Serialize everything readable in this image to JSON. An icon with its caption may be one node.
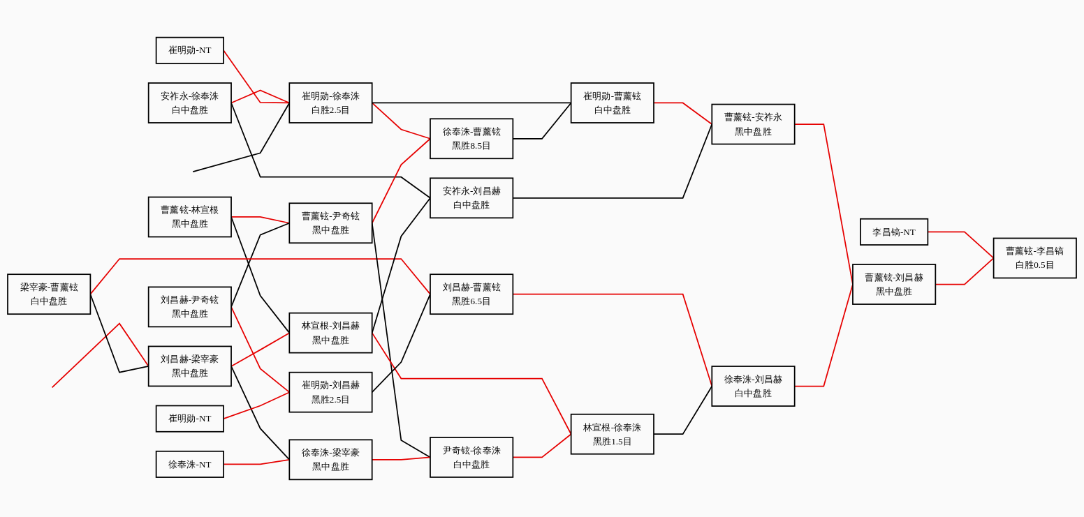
{
  "diagram": {
    "nodes": [
      {
        "text": [
          "安祚永-徐奉洙",
          "白中盘胜"
        ]
      },
      {
        "text": [
          "崔明勋-NT"
        ]
      },
      {
        "text": [
          "曹薰铉-林宣根",
          "黑中盘胜"
        ]
      },
      {
        "text": [
          "刘昌赫-尹奇铉",
          "黑中盘胜"
        ]
      },
      {
        "text": [
          "刘昌赫-梁宰豪",
          "黑中盘胜"
        ]
      },
      {
        "text": [
          "梁宰豪-曹薰铉",
          "白中盘胜"
        ]
      },
      {
        "text": [
          "徐奉洙-NT"
        ]
      },
      {
        "text": [
          "崔明勋-徐奉洙",
          "白胜2.5目"
        ]
      },
      {
        "text": [
          "曹薰铉-尹奇铉",
          "黑中盘胜"
        ]
      },
      {
        "text": [
          "崔明勋-NT"
        ]
      },
      {
        "text": [
          "徐奉洙-梁宰豪",
          "黑中盘胜"
        ]
      },
      {
        "text": [
          "徐奉洙-曹薰铉",
          "黑胜8.5目"
        ]
      },
      {
        "text": [
          "林宣根-刘昌赫",
          "黑中盘胜"
        ]
      },
      {
        "text": [
          "崔明勋-刘昌赫",
          "黑胜2.5目"
        ]
      },
      {
        "text": [
          "尹奇铉-徐奉洙",
          "白中盘胜"
        ]
      },
      {
        "text": [
          "崔明勋-曹薰铉",
          "白中盘胜"
        ]
      },
      {
        "text": [
          "安祚永-刘昌赫",
          "白中盘胜"
        ]
      },
      {
        "text": [
          "刘昌赫-曹薰铉",
          "黑胜6.5目"
        ]
      },
      {
        "text": [
          "林宣根-徐奉洙",
          "黑胜1.5目"
        ]
      },
      {
        "text": [
          "曹薰铉-安祚永",
          "黑中盘胜"
        ]
      },
      {
        "text": [
          "徐奉洙-刘昌赫",
          "白中盘胜"
        ]
      },
      {
        "text": [
          "李昌镐-NT"
        ]
      },
      {
        "text": [
          "曹薰铉-刘昌赫",
          "黑中盘胜"
        ]
      },
      {
        "text": [
          "曹薰铉-李昌镐",
          "白胜0.5目"
        ]
      }
    ],
    "edges": [
      {
        "from": 0,
        "to": 7,
        "arrow": "none"
      },
      {
        "from": 0,
        "to": 16,
        "arrow": "none",
        "color": "#000000"
      },
      {
        "from": 1,
        "to": 7,
        "arrow": "none"
      },
      {
        "from": 2,
        "to": 8,
        "arrow": "none"
      },
      {
        "from": 2,
        "to": 12,
        "arrow": "none",
        "color": "#000000"
      },
      {
        "from": 3,
        "to": 8,
        "arrow": "none",
        "color": "#000000"
      },
      {
        "from": 3,
        "to": 13,
        "arrow": "none"
      },
      {
        "from": null,
        "to": 4,
        "arrow": "none"
      },
      {
        "from": 4,
        "to": 12,
        "arrow": "none"
      },
      {
        "from": 4,
        "to": 10,
        "arrow": "none",
        "color": "#000000"
      },
      {
        "from": 5,
        "to": 4,
        "arrow": "none",
        "color": "#000000"
      },
      {
        "from": 5,
        "to": 17,
        "arrow": "none"
      },
      {
        "from": 6,
        "to": 10,
        "arrow": "none"
      },
      {
        "from": null,
        "to": 7,
        "arrow": "none",
        "color": "#000000"
      },
      {
        "from": 7,
        "to": 11,
        "arrow": "none"
      },
      {
        "from": 7,
        "to": 15,
        "arrow": "none",
        "color": "#000000"
      },
      {
        "from": 8,
        "to": 11,
        "arrow": "none"
      },
      {
        "from": 8,
        "to": 14,
        "arrow": "none",
        "color": "#000000"
      },
      {
        "from": 9,
        "to": 13,
        "arrow": "none"
      },
      {
        "from": 10,
        "to": 14,
        "arrow": "none"
      },
      {
        "from": 11,
        "to": 15,
        "arrow": "none",
        "color": "#000000"
      },
      {
        "from": 12,
        "to": 16,
        "arrow": "none",
        "color": "#000000"
      },
      {
        "from": 12,
        "to": 18,
        "arrow": "none"
      },
      {
        "from": 13,
        "to": 17,
        "arrow": "none",
        "color": "#000000"
      },
      {
        "from": 14,
        "to": 18,
        "arrow": "none"
      },
      {
        "from": 15,
        "to": 19,
        "arrow": "none"
      },
      {
        "from": 16,
        "to": 19,
        "arrow": "none",
        "color": "#000000"
      },
      {
        "from": 17,
        "to": 20,
        "arrow": "none"
      },
      {
        "from": 18,
        "to": 20,
        "arrow": "none",
        "color": "#000000"
      },
      {
        "from": 19,
        "to": 22,
        "arrow": "none"
      },
      {
        "from": 20,
        "to": 22,
        "arrow": "none"
      },
      {
        "from": 21,
        "to": 23,
        "arrow": "none"
      },
      {
        "from": 22,
        "to": 23,
        "arrow": "none"
      }
    ]
  }
}
